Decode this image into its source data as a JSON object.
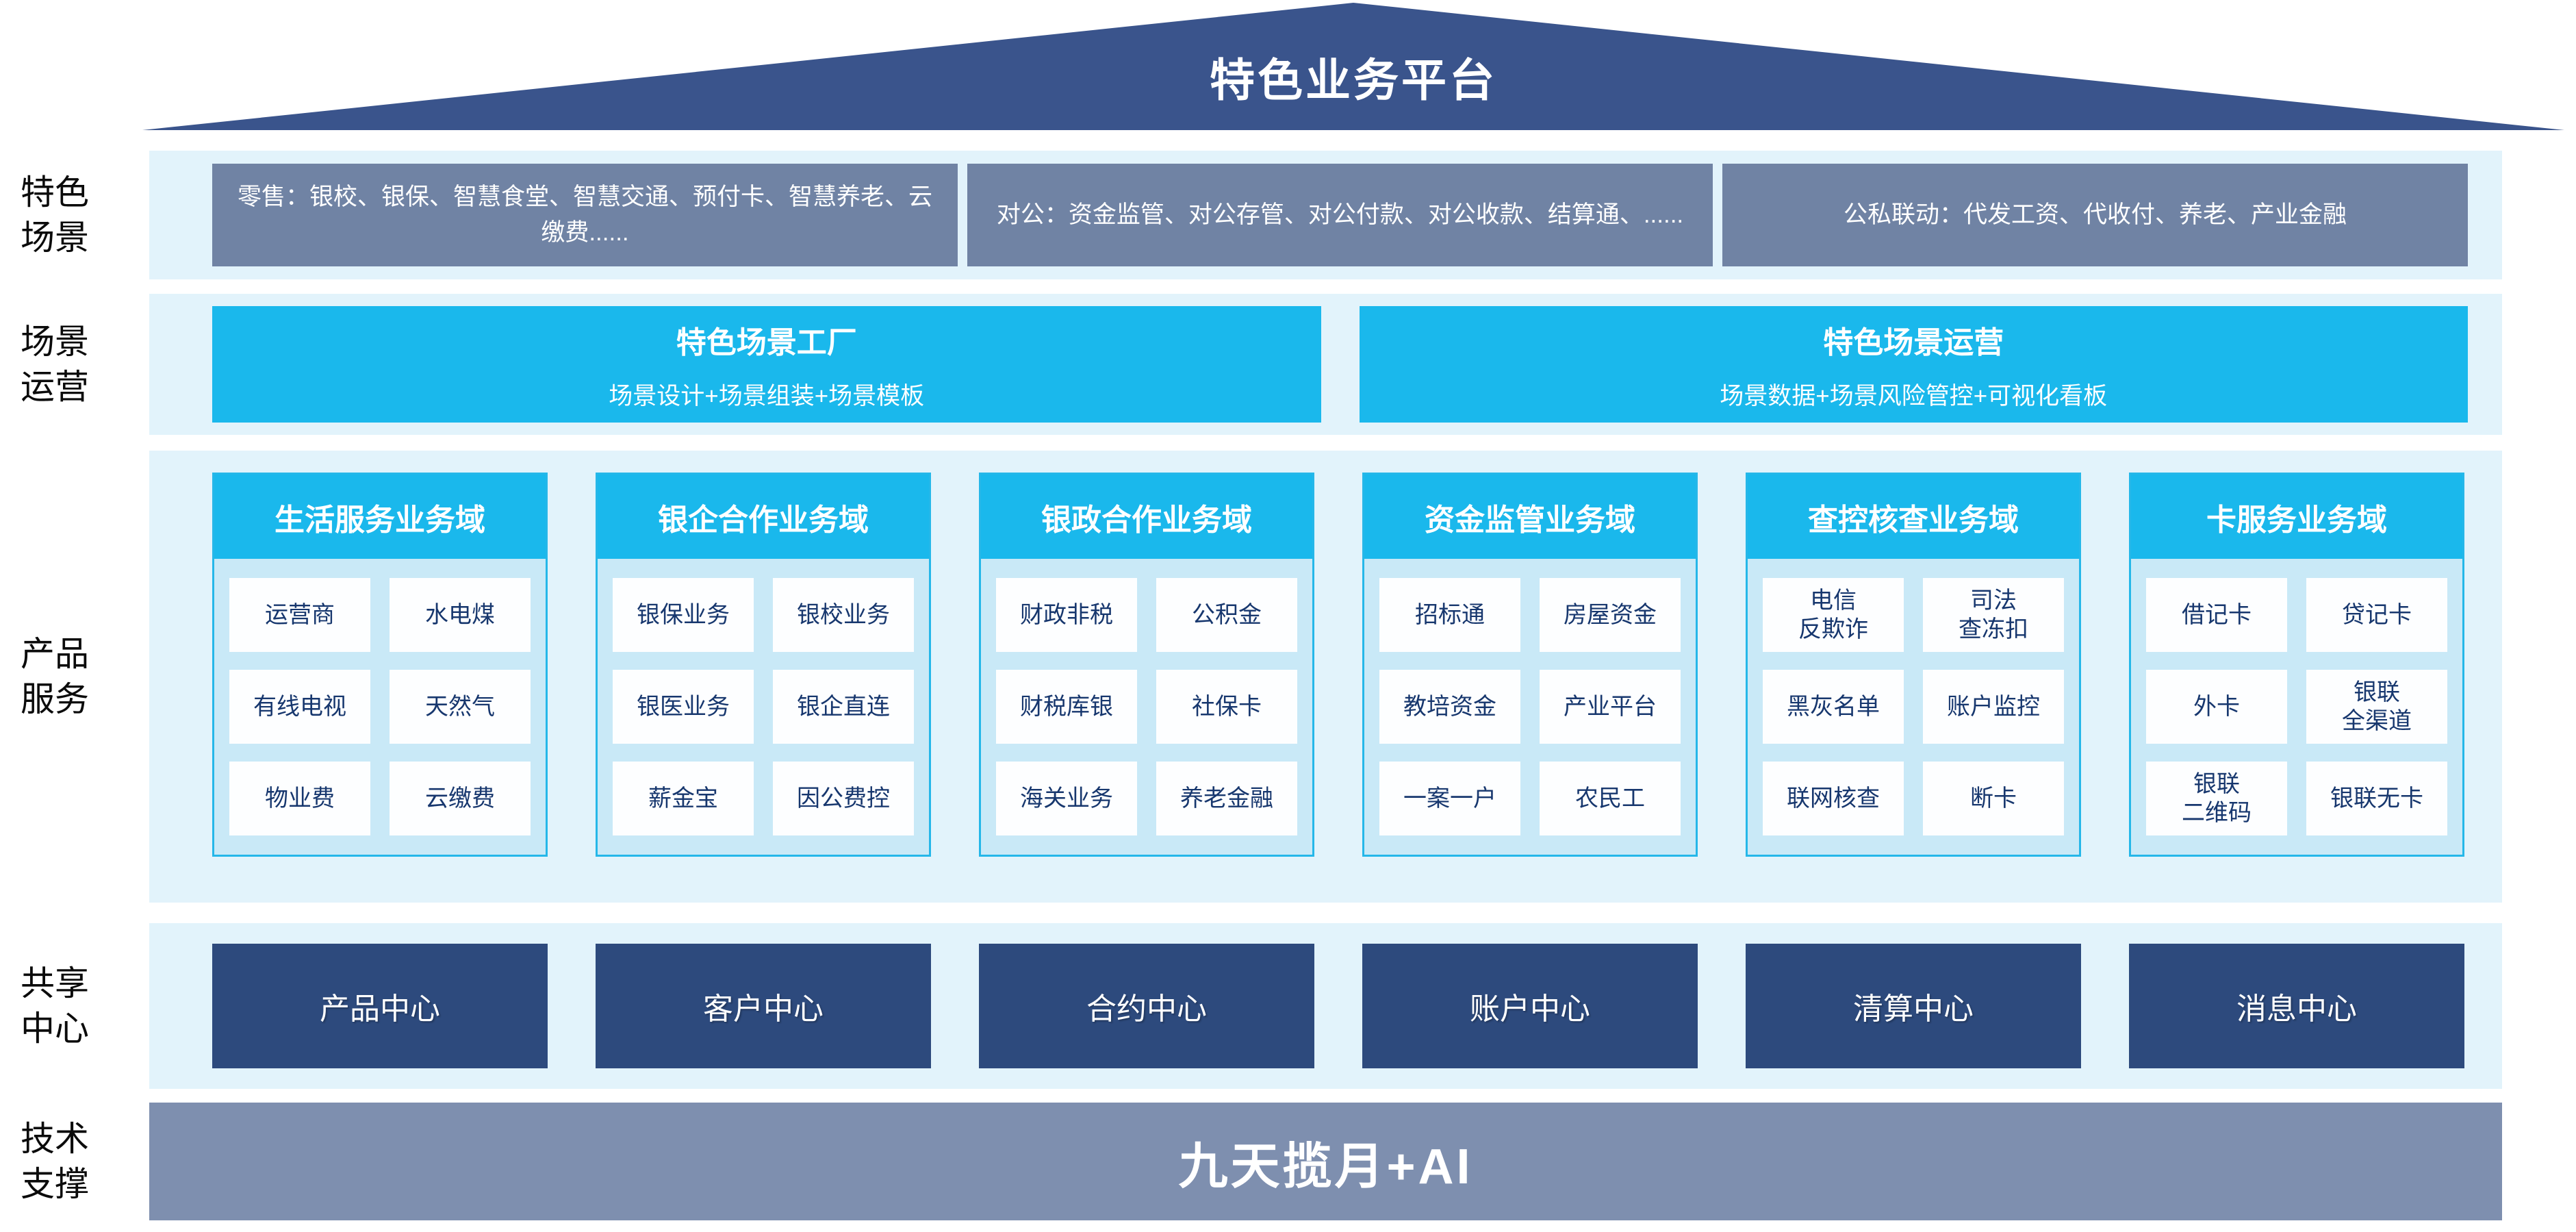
{
  "roof": {
    "title": "特色业务平台"
  },
  "scenes": {
    "label": "特色\n场景",
    "boxes": [
      "零售：银校、银保、智慧食堂、智慧交通、预付卡、智慧养老、云缴费......",
      "对公：资金监管、对公存管、对公付款、对公收款、结算通、......",
      "公私联动：代发工资、代收付、养老、产业金融"
    ]
  },
  "operations": {
    "label": "场景\n运营",
    "factory": {
      "title": "特色场景工厂",
      "subtitle": "场景设计+场景组装+场景模板"
    },
    "operation": {
      "title": "特色场景运营",
      "subtitle": "场景数据+场景风险管控+可视化看板"
    }
  },
  "products": {
    "label": "产品\n服务",
    "domains": [
      {
        "header": "生活服务业务域",
        "items": [
          "运营商",
          "水电煤",
          "有线电视",
          "天然气",
          "物业费",
          "云缴费"
        ]
      },
      {
        "header": "银企合作业务域",
        "items": [
          "银保业务",
          "银校业务",
          "银医业务",
          "银企直连",
          "薪金宝",
          "因公费控"
        ]
      },
      {
        "header": "银政合作业务域",
        "items": [
          "财政非税",
          "公积金",
          "财税库银",
          "社保卡",
          "海关业务",
          "养老金融"
        ]
      },
      {
        "header": "资金监管业务域",
        "items": [
          "招标通",
          "房屋资金",
          "教培资金",
          "产业平台",
          "一案一户",
          "农民工"
        ]
      },
      {
        "header": "查控核查业务域",
        "items": [
          "电信\n反欺诈",
          "司法\n查冻扣",
          "黑灰名单",
          "账户监控",
          "联网核查",
          "断卡"
        ]
      },
      {
        "header": "卡服务业务域",
        "items": [
          "借记卡",
          "贷记卡",
          "外卡",
          "银联\n全渠道",
          "银联\n二维码",
          "银联无卡"
        ]
      }
    ]
  },
  "centers": {
    "label": "共享\n中心",
    "items": [
      "产品中心",
      "客户中心",
      "合约中心",
      "账户中心",
      "清算中心",
      "消息中心"
    ]
  },
  "tech": {
    "label": "技术\n支撑",
    "bar": "九天揽月+AI"
  },
  "colors": {
    "roof_navy": "#3A548C",
    "band_background": "#E2F3FB",
    "scene_box_gray_blue": "#7083A4",
    "accent_cyan": "#1AB8EC",
    "domain_body_blue": "#C9E9F7",
    "domain_border_cyan": "#25B7E9",
    "cell_text_navy": "#17376E",
    "center_box_navy": "#2D4A7D",
    "tech_bar_gray_blue": "#7E8FAF"
  }
}
